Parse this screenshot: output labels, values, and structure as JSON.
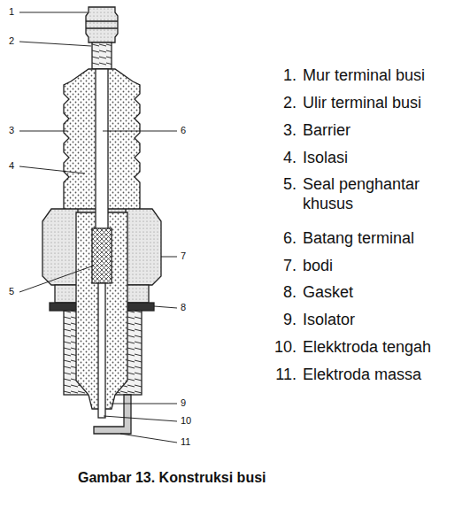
{
  "diagram": {
    "caption": "Gambar 13. Konstruksi busi",
    "labels": [
      "1",
      "2",
      "3",
      "4",
      "5",
      "6",
      "7",
      "8",
      "9",
      "10",
      "11",
      "1.",
      "Mur terminal busi",
      "2.",
      "Ulir terminal busi",
      "3.",
      "Barrier",
      "4.",
      "Isolasi",
      "5.",
      "Seal penghantar khusus",
      "6.",
      "Batang terminal",
      "7.",
      "bodi",
      "8.",
      "Gasket",
      "9.",
      "Isolator",
      "10.",
      "Elekktroda tengah",
      "11.",
      "Elektroda massa"
    ]
  }
}
